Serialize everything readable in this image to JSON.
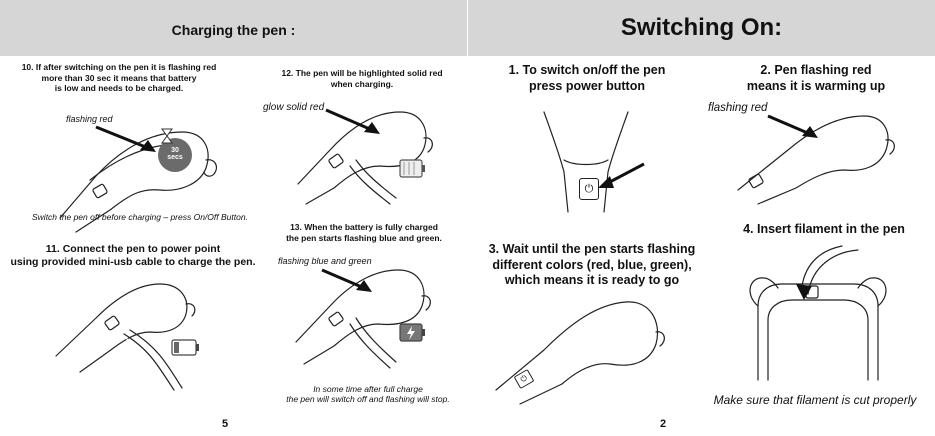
{
  "left_page": {
    "header_title": "Charging the pen :",
    "step10": {
      "text_lines": [
        "10. If after switching on the pen it is flashing red",
        "more than 30 sec it means that battery",
        "is low and needs to be charged."
      ],
      "label": "flashing red",
      "timer_value": "30",
      "timer_unit": "secs",
      "note": "Switch the pen off before charging – press On/Off Button."
    },
    "step11": {
      "text_lines": [
        "11. Connect the pen to power point",
        "using provided mini-usb cable to charge the pen."
      ]
    },
    "step12": {
      "text_lines": [
        "12. The pen will be highlighted solid red",
        "when charging."
      ],
      "label": "glow solid red"
    },
    "step13": {
      "text_lines": [
        "13. When the battery is fully charged",
        "the pen starts flashing blue and green."
      ],
      "label": "flashing blue and green",
      "note_lines": [
        "In some time after full charge",
        "the pen will switch off and flashing will stop."
      ]
    },
    "page_number": "5"
  },
  "right_page": {
    "header_title": "Switching On:",
    "step1": {
      "text_lines": [
        "1. To switch on/off the pen",
        "press power button"
      ]
    },
    "step2": {
      "text_lines": [
        "2. Pen flashing red",
        "means it is warming up"
      ],
      "label": "flashing red"
    },
    "step3": {
      "text_lines": [
        "3. Wait until the pen starts flashing",
        "different colors (red, blue, green),",
        "which means it is ready to go"
      ]
    },
    "step4": {
      "text_lines": [
        "4. Insert filament in the pen"
      ],
      "note": "Make sure that filament is cut properly"
    },
    "page_number": "2"
  },
  "icons": [
    "pen-icon",
    "hourglass-icon",
    "battery-low-icon",
    "battery-charging-icon",
    "battery-full-icon",
    "arrow-icon",
    "power-button-icon",
    "usb-cable-icon",
    "filament-icon"
  ],
  "colors": {
    "header_bg": "#d6d6d6",
    "timer_circle": "#6b6b6b",
    "battery_charging_fill": "#777777",
    "ink": "#111111"
  }
}
